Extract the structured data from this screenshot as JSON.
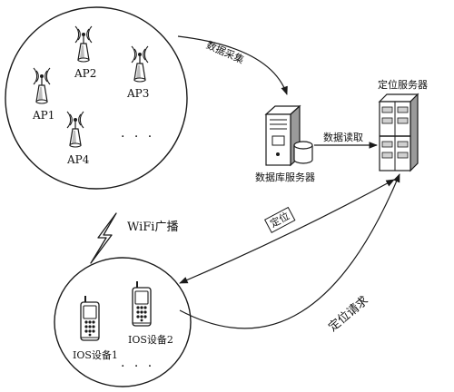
{
  "colors": {
    "stroke": "#1a1a1a",
    "background": "#ffffff",
    "shading": "#9a9a9a",
    "light": "#d0d0d0"
  },
  "access_points": [
    {
      "label": "AP1",
      "icon": "wifi-antenna-icon"
    },
    {
      "label": "AP2",
      "icon": "wifi-antenna-icon"
    },
    {
      "label": "AP3",
      "icon": "wifi-antenna-icon"
    },
    {
      "label": "AP4",
      "icon": "wifi-antenna-icon"
    }
  ],
  "ap_more": "· · ·",
  "data_collection_label": "数据采集",
  "database_server_label": "数据库服务器",
  "data_read_label": "数据读取",
  "location_server_label": "定位服务器",
  "wifi_broadcast_label": "WiFi广播",
  "location_tag_label": "定位",
  "location_request_label": "定位请求",
  "devices": [
    {
      "label": "IOS设备1",
      "icon": "mobile-phone-icon"
    },
    {
      "label": "IOS设备2",
      "icon": "mobile-phone-icon"
    }
  ],
  "device_more": "· · ·"
}
